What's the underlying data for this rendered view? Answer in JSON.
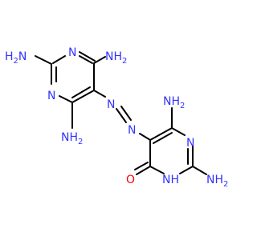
{
  "molecule": {
    "atom_labels": {
      "nh2": "NH",
      "nh2_subscript": "2",
      "h2n": "H",
      "h2n_subscript": "2",
      "h2n_n": "N",
      "n": "N",
      "nh": "NH",
      "o": "O"
    },
    "colors": {
      "nitrogen": "#3333ff",
      "oxygen": "#ff0000",
      "carbon_bond": "#000000"
    }
  }
}
